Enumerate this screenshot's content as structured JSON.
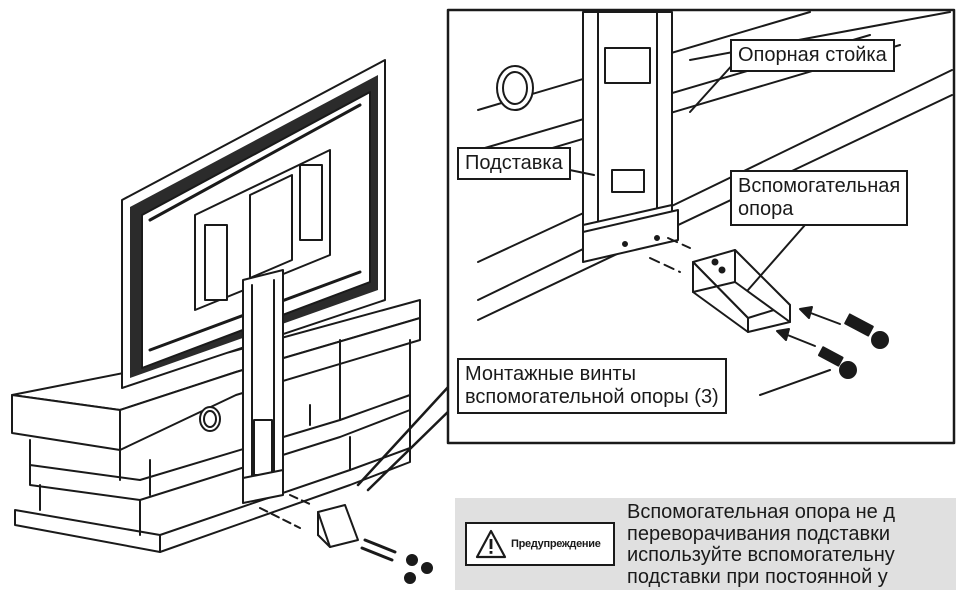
{
  "labels": {
    "support_post": "Опорная стойка",
    "stand": "Подставка",
    "aux_support_line1": "Вспомогательная",
    "aux_support_line2": "опора",
    "screws_line1": "Монтажные винты",
    "screws_line2": "вспомогательной опоры (3)"
  },
  "warning": {
    "badge_label": "Предупреждение",
    "icon": "warning-triangle-icon",
    "lines": [
      "Вспомогательная опора не д",
      "переворачивания подставки",
      "используйте вспомогательну",
      "подставки при постоянной у"
    ]
  },
  "colors": {
    "line": "#1a1a1a",
    "panel_bg": "#e0e0e0",
    "tv_dark": "#2b2b2b"
  }
}
